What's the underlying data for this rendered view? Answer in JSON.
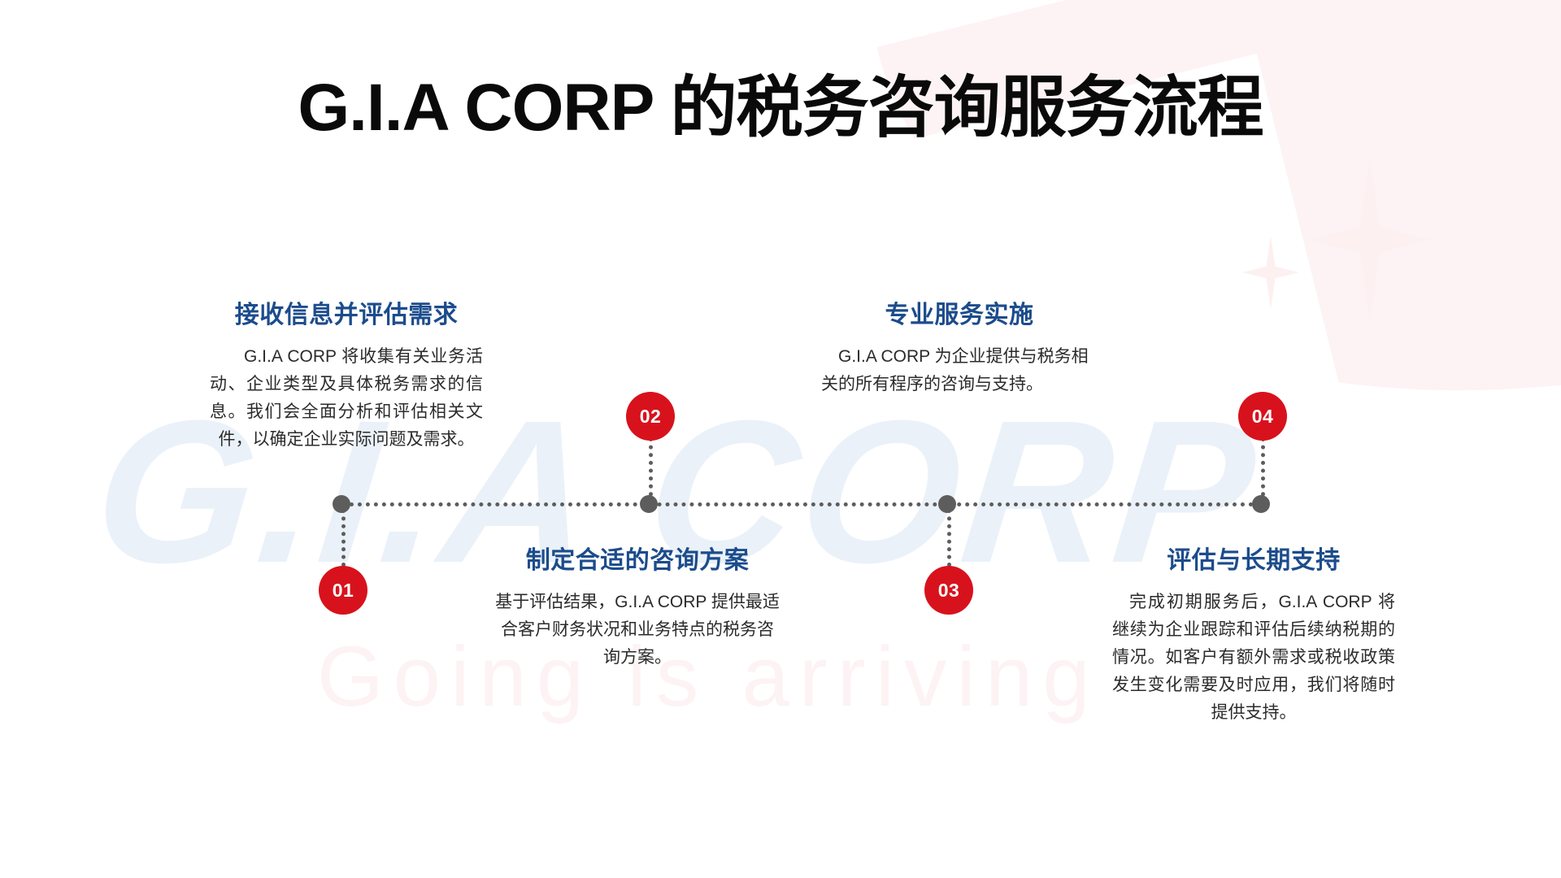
{
  "title": "G.I.A CORP 的税务咨询服务流程",
  "colors": {
    "accent_red": "#d8121c",
    "heading_blue": "#1c4c8c",
    "line_gray": "#5d5d5d",
    "title_black": "#0a0a0a",
    "watermark_blue": "#eaf1f9",
    "watermark_pink": "#fdf3f4"
  },
  "watermarks": {
    "brand": "G.I.A CORP",
    "tagline": "Going is arriving"
  },
  "steps": [
    {
      "number": "01",
      "heading": "接收信息并评估需求",
      "body": "G.I.A CORP 将收集有关业务活动、企业类型及具体税务需求的信息。我们会全面分析和评估相关文件，以确定企业实际问题及需求。"
    },
    {
      "number": "02",
      "heading": "制定合适的咨询方案",
      "body": "基于评估结果，G.I.A CORP 提供最适合客户财务状况和业务特点的税务咨询方案。"
    },
    {
      "number": "03",
      "heading": "专业服务实施",
      "body": "G.I.A CORP 为企业提供与税务相关的所有程序的咨询与支持。"
    },
    {
      "number": "04",
      "heading": "评估与长期支持",
      "body": "完成初期服务后，G.I.A CORP 将继续为企业跟踪和评估后续纳税期的情况。如客户有额外需求或税收政策发生变化需要及时应用，我们将随时提供支持。"
    }
  ]
}
